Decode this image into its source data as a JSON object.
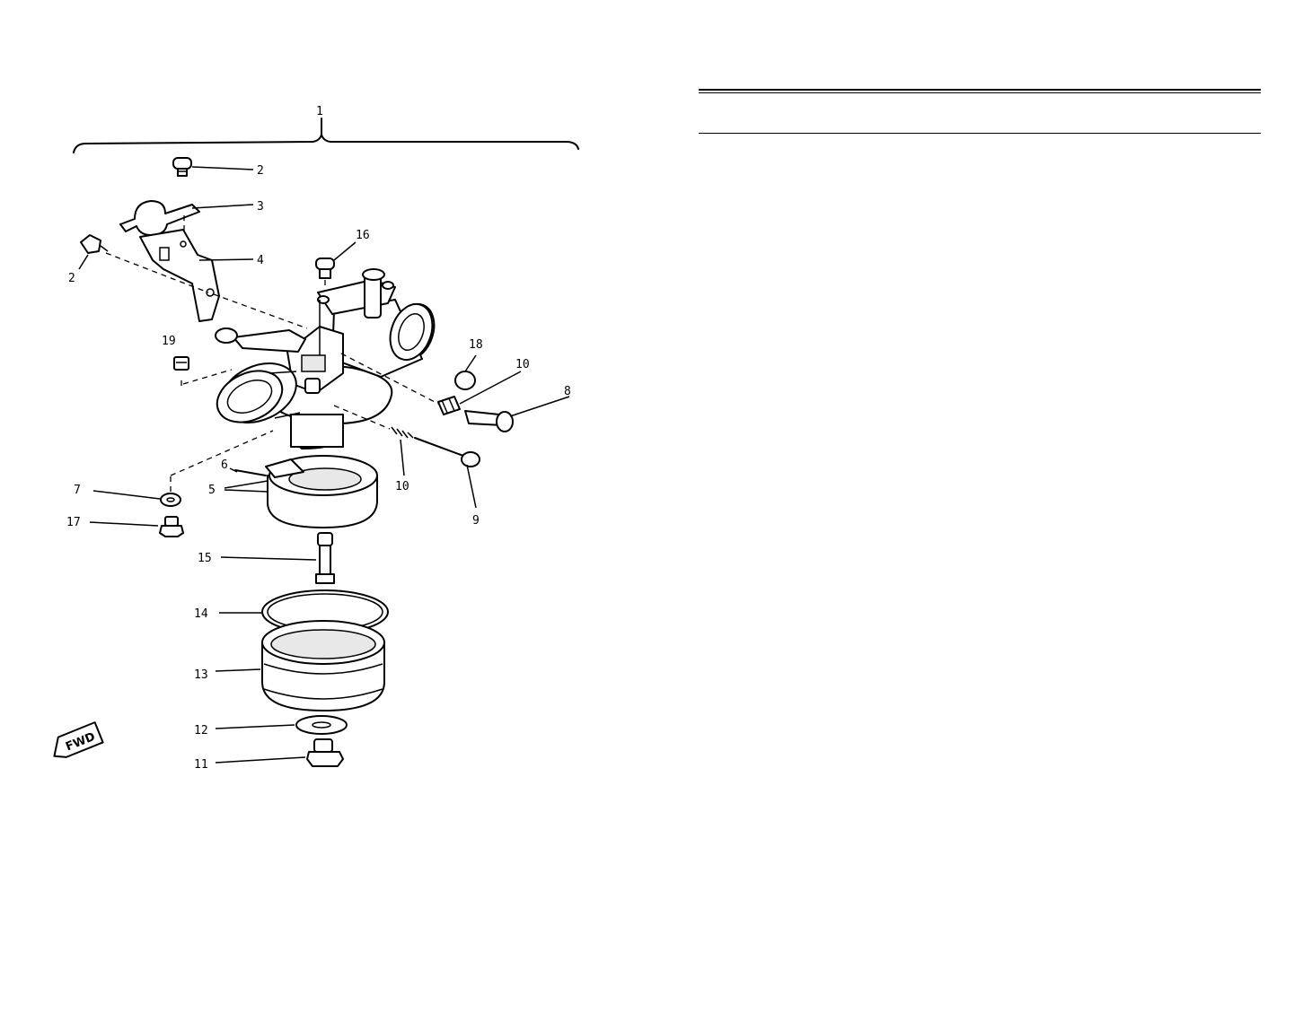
{
  "diagram": {
    "fwd_label": "FWD",
    "callouts": [
      {
        "id": "c1",
        "text": "1"
      },
      {
        "id": "c2a",
        "text": "2"
      },
      {
        "id": "c2b",
        "text": "2"
      },
      {
        "id": "c3",
        "text": "3"
      },
      {
        "id": "c4",
        "text": "4"
      },
      {
        "id": "c5",
        "text": "5"
      },
      {
        "id": "c6",
        "text": "6"
      },
      {
        "id": "c7",
        "text": "7"
      },
      {
        "id": "c8",
        "text": "8"
      },
      {
        "id": "c9",
        "text": "9"
      },
      {
        "id": "c10a",
        "text": "10"
      },
      {
        "id": "c10b",
        "text": "10"
      },
      {
        "id": "c11",
        "text": "11"
      },
      {
        "id": "c12",
        "text": "12"
      },
      {
        "id": "c13",
        "text": "13"
      },
      {
        "id": "c14",
        "text": "14"
      },
      {
        "id": "c15",
        "text": "15"
      },
      {
        "id": "c16",
        "text": "16"
      },
      {
        "id": "c17",
        "text": "17"
      },
      {
        "id": "c18",
        "text": "18"
      },
      {
        "id": "c19",
        "text": "19"
      }
    ]
  }
}
